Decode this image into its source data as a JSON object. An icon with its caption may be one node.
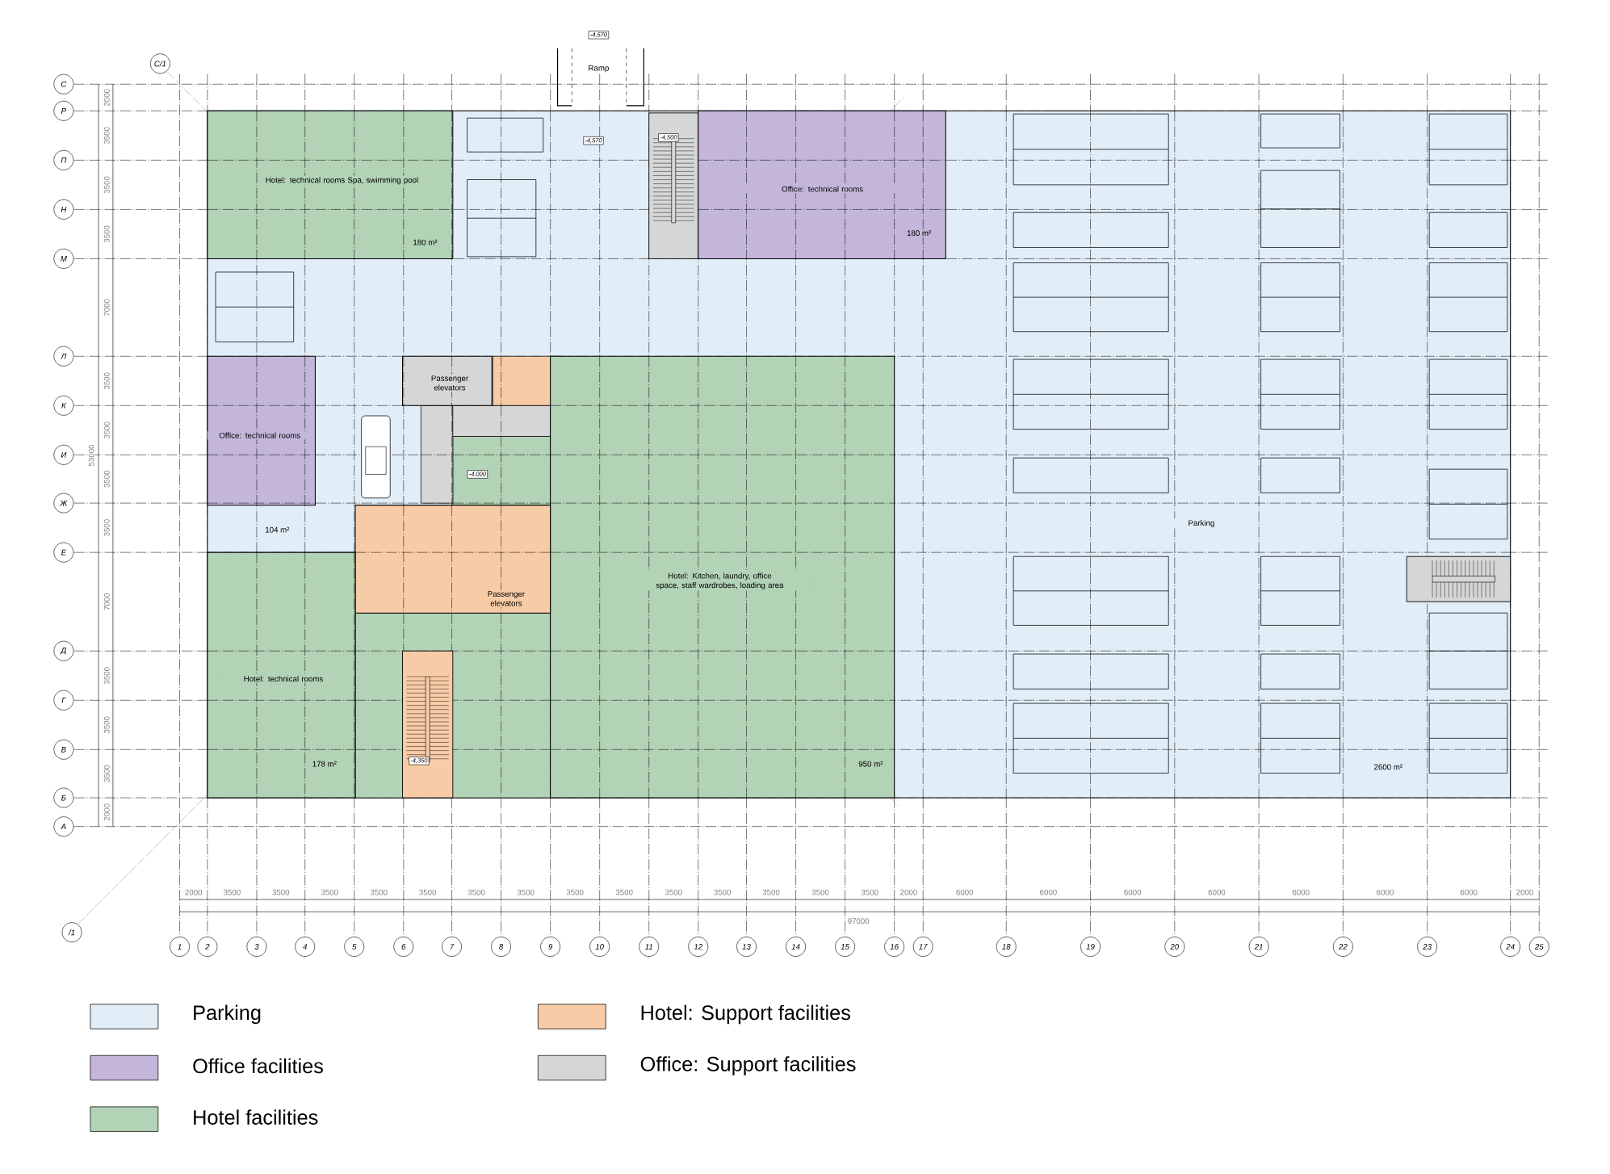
{
  "diagram": {
    "nodes": [
      {
        "text": [
          "Parking",
          "2600 m²"
        ]
      },
      {
        "text": [
          "Hotel: technical rooms Spa, swimming pool",
          "180 m²"
        ],
        "in": 0
      },
      {
        "text": [
          "Office: technical rooms",
          "180 m²"
        ],
        "in": 0
      },
      {
        "text": [
          "Office: technical rooms"
        ],
        "in": 0
      },
      {
        "text": [
          "Passenger elevators"
        ],
        "in": 0
      },
      {
        "text": [
          "Hotel: Kitchen, laundry, office space, staff wardrobes, loading area",
          "950 m²"
        ],
        "in": 0
      },
      {
        "text": [
          "Passenger elevators"
        ],
        "in": 0
      },
      {
        "text": [
          "Hotel: technical rooms",
          "178 m²"
        ],
        "in": 0
      },
      {
        "text": [
          "-4,570"
        ]
      },
      {
        "text": [
          "-4,570"
        ],
        "in": 0
      },
      {
        "text": [
          "-4,500"
        ],
        "in": 0
      },
      {
        "text": [
          "-4,000"
        ],
        "in": 0
      },
      {
        "text": [
          "-4,350"
        ],
        "in": 0
      },
      {
        "text": [
          "С/1"
        ]
      },
      {
        "text": [
          "С"
        ]
      },
      {
        "text": [
          "Р"
        ]
      },
      {
        "text": [
          "П"
        ]
      },
      {
        "text": [
          "Н"
        ]
      },
      {
        "text": [
          "М"
        ]
      },
      {
        "text": [
          "Л"
        ]
      },
      {
        "text": [
          "К"
        ]
      },
      {
        "text": [
          "И"
        ]
      },
      {
        "text": [
          "Ж"
        ]
      },
      {
        "text": [
          "Е"
        ]
      },
      {
        "text": [
          "Д"
        ]
      },
      {
        "text": [
          "Г"
        ]
      },
      {
        "text": [
          "В"
        ]
      },
      {
        "text": [
          "Б"
        ]
      },
      {
        "text": [
          "А"
        ]
      },
      {
        "text": [
          "/1"
        ]
      },
      {
        "text": [
          "1"
        ]
      },
      {
        "text": [
          "2"
        ]
      },
      {
        "text": [
          "3"
        ]
      },
      {
        "text": [
          "4"
        ]
      },
      {
        "text": [
          "5"
        ]
      },
      {
        "text": [
          "6"
        ]
      },
      {
        "text": [
          "7"
        ]
      },
      {
        "text": [
          "8"
        ]
      },
      {
        "text": [
          "9"
        ]
      },
      {
        "text": [
          "10"
        ]
      },
      {
        "text": [
          "11"
        ]
      },
      {
        "text": [
          "12"
        ]
      },
      {
        "text": [
          "13"
        ]
      },
      {
        "text": [
          "14"
        ]
      },
      {
        "text": [
          "15"
        ]
      },
      {
        "text": [
          "16"
        ]
      },
      {
        "text": [
          "17"
        ]
      },
      {
        "text": [
          "18"
        ]
      },
      {
        "text": [
          "19"
        ]
      },
      {
        "text": [
          "20"
        ]
      },
      {
        "text": [
          "21"
        ]
      },
      {
        "text": [
          "22"
        ]
      },
      {
        "text": [
          "23"
        ]
      },
      {
        "text": [
          "24"
        ]
      },
      {
        "text": [
          "25"
        ]
      }
    ],
    "labels": [
      "Ramp",
      "2000",
      "3500",
      "3500",
      "3500",
      "7000",
      "3500",
      "3500",
      "3500",
      "3500",
      "7000",
      "3500",
      "3500",
      "3500",
      "2000",
      "53000",
      "104 m²",
      "2000",
      "3500",
      "3500",
      "3500",
      "3500",
      "3500",
      "3500",
      "3500",
      "3500",
      "3500",
      "3500",
      "3500",
      "3500",
      "3500",
      "3500",
      "2000",
      "6000",
      "6000",
      "6000",
      "6000",
      "6000",
      "6000",
      "6000",
      "2000",
      "97000"
    ],
    "legend": [
      {
        "text": "Parking",
        "color": "#e1eef8"
      },
      {
        "text": "Hotel: Support facilities",
        "color": "#f7cba6"
      },
      {
        "text": "Office facilities",
        "color": "#c3b6da"
      },
      {
        "text": "Office: Support facilities",
        "color": "#d6d6d6"
      },
      {
        "text": "Hotel facilities",
        "color": "#b2d3b5"
      }
    ]
  }
}
